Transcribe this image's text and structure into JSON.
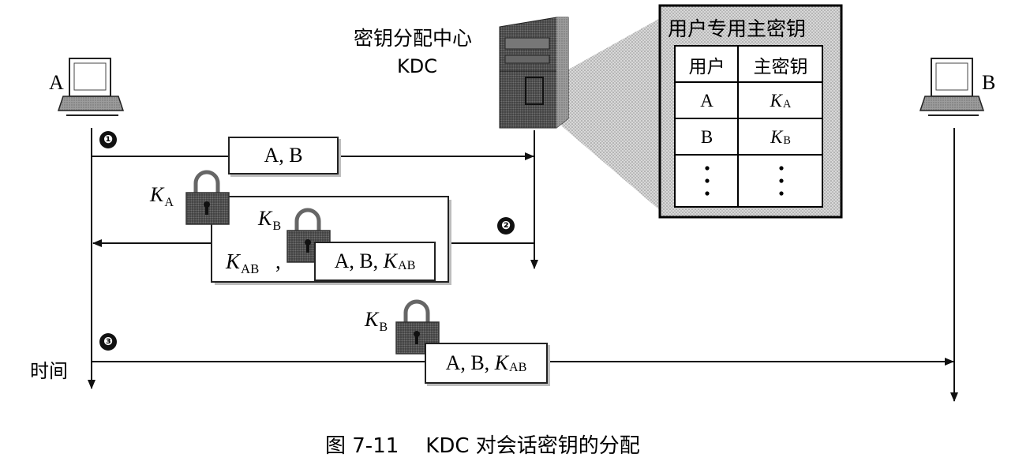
{
  "diagram": {
    "kdc": {
      "name_cn": "密钥分配中心",
      "name_en": "KDC"
    },
    "hosts": {
      "a": "A",
      "b": "B"
    },
    "key_table": {
      "title": "用户专用主密钥",
      "col_user": "用户",
      "col_key": "主密钥",
      "rows": [
        {
          "user": "A",
          "key": "K",
          "key_sub": "A"
        },
        {
          "user": "B",
          "key": "K",
          "key_sub": "B"
        }
      ]
    },
    "steps": {
      "one": "❶",
      "two": "❷",
      "three": "❸"
    },
    "messages": {
      "m1": "A, B",
      "ab_list": "A, B, ",
      "key_k": "K",
      "sub_ab": "AB",
      "sub_a": "A",
      "sub_b": "B",
      "comma": ","
    },
    "time_label": "时间"
  },
  "caption": {
    "figure_no": "图 7-11",
    "text": "KDC 对会话密钥的分配"
  }
}
